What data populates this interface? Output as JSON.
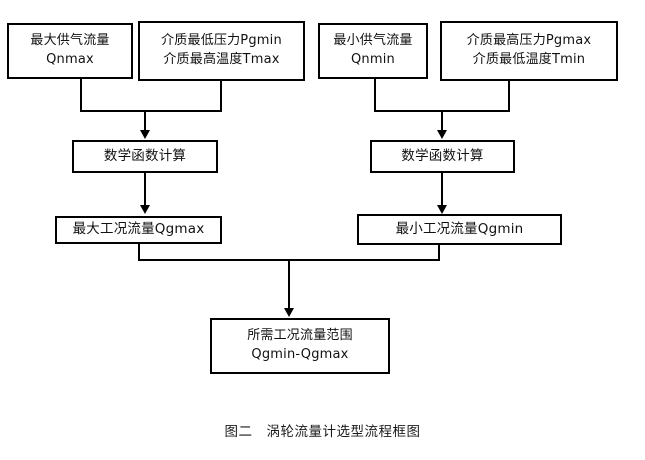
{
  "diagram": {
    "caption_label": "图二",
    "caption_title": "涡轮流量计选型流程框图",
    "colors": {
      "stroke": "#000000",
      "fill": "#ffffff",
      "text": "#111111"
    },
    "nodes": {
      "max_supply_flow": {
        "line1": "最大供气流量",
        "line2": "Qnmax"
      },
      "medium_min_pressure_max_temp": {
        "line1": "介质最低压力Pgmin",
        "line2": "介质最高温度Tmax"
      },
      "min_supply_flow": {
        "line1": "最小供气流量",
        "line2": "Qnmin"
      },
      "medium_max_pressure_min_temp": {
        "line1": "介质最高压力Pgmax",
        "line2": "介质最低温度Tmin"
      },
      "math_calc_left": {
        "line1": "数学函数计算"
      },
      "math_calc_right": {
        "line1": "数学函数计算"
      },
      "qgmax_result": {
        "line1": "最大工况流量Qgmax"
      },
      "qgmin_result": {
        "line1": "最小工况流量Qgmin"
      },
      "flow_range_result": {
        "line1": "所需工况流量范围",
        "line2": "Qgmin-Qgmax"
      }
    }
  }
}
